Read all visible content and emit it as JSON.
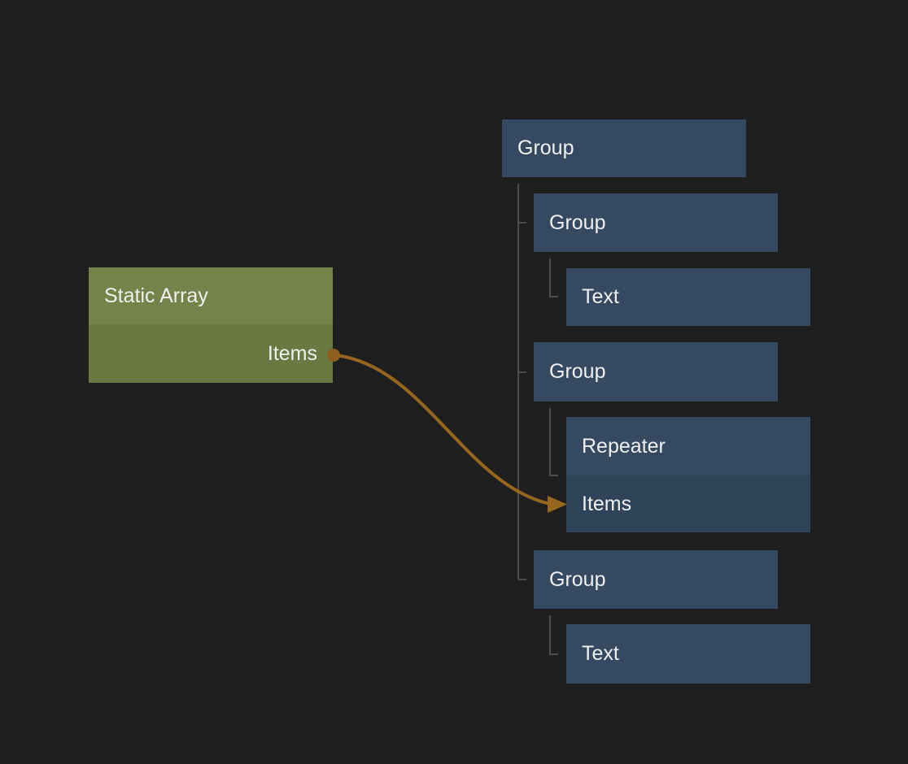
{
  "canvas": {
    "background_color": "#1f1f1f"
  },
  "colors": {
    "node_blue": "#354a61",
    "node_blue_port_row": "#304459",
    "node_green_header": "#75834b",
    "node_green_body": "#6a7942",
    "wire": "#97661e",
    "tree_line": "#4d4d4d",
    "text": "#f0f0f0"
  },
  "source_node": {
    "title": "Static Array",
    "output_port_label": "Items"
  },
  "tree": {
    "nodes": [
      {
        "label": "Group",
        "depth": 0
      },
      {
        "label": "Group",
        "depth": 1
      },
      {
        "label": "Text",
        "depth": 2
      },
      {
        "label": "Group",
        "depth": 1
      },
      {
        "label": "Repeater",
        "depth": 2,
        "input_port_label": "Items"
      },
      {
        "label": "Group",
        "depth": 1
      },
      {
        "label": "Text",
        "depth": 2
      }
    ]
  },
  "connection": {
    "from_node": "Static Array",
    "from_port": "Items",
    "to_node": "Repeater",
    "to_port": "Items"
  }
}
